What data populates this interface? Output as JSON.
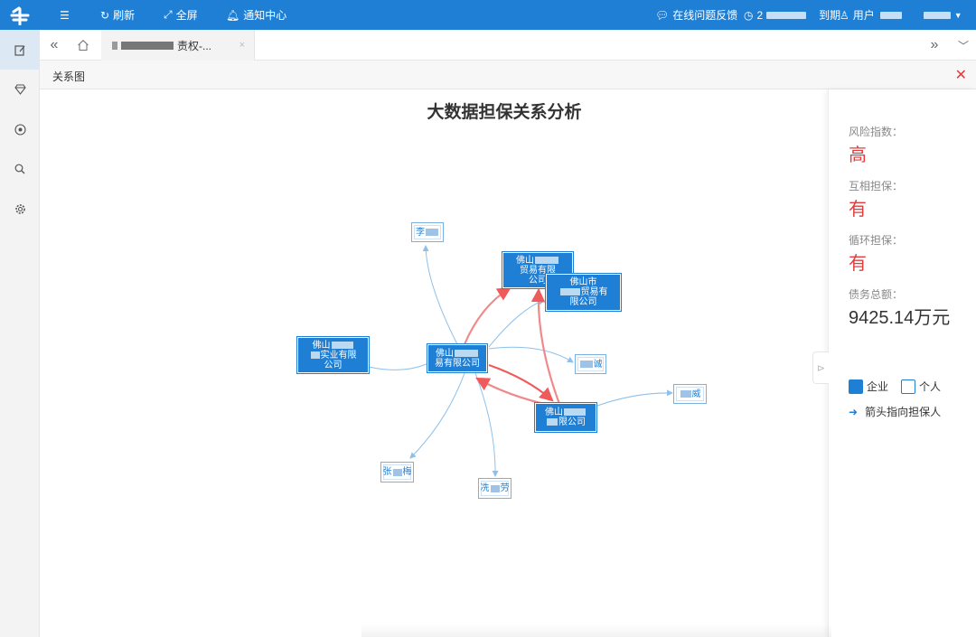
{
  "topbar": {
    "menu_icon": "menu-icon",
    "refresh_label": "刷新",
    "fullscreen_label": "全屏",
    "notify_label": "通知中心",
    "feedback_label": "在线问题反馈",
    "expiry_prefix": "2",
    "expiry_suffix": "到期",
    "user_label": "用户"
  },
  "sidebar": {
    "items": [
      "edit-icon",
      "diamond-icon",
      "target-icon",
      "search-icon",
      "gear-icon"
    ]
  },
  "tabs": {
    "active_tab_label": "责权-..."
  },
  "panel": {
    "title": "关系图"
  },
  "graph": {
    "title": "大数据担保关系分析",
    "nodes": {
      "c1_line1": "佛山",
      "c1_line2": "易有限公司",
      "c2_line1": "佛山",
      "c2_line2": "实业有限",
      "c2_line3": "公司",
      "c3_line1": "佛山",
      "c3_line2": "贸易有限",
      "c3_line3": "公司",
      "c4_line1": "佛山市",
      "c4_line2": "贸易有",
      "c4_line3": "限公司",
      "c5_line1": "佛山",
      "c5_line2": "限公司",
      "p1": "李",
      "p2": "诚",
      "p3": "威",
      "p4": "张",
      "p4b": "梅",
      "p5": "冼",
      "p5b": "劳"
    }
  },
  "summary": {
    "risk_label": "风险指数：",
    "risk_value": "高",
    "mutual_label": "互相担保：",
    "mutual_value": "有",
    "cycle_label": "循环担保：",
    "cycle_value": "有",
    "debt_label": "债务总额：",
    "debt_value": "9425.14万元"
  },
  "legend": {
    "company": "企业",
    "person": "个人",
    "arrow_note": "箭头指向担保人"
  },
  "colors": {
    "primary": "#1f7fd4",
    "danger": "#e23c3c"
  }
}
